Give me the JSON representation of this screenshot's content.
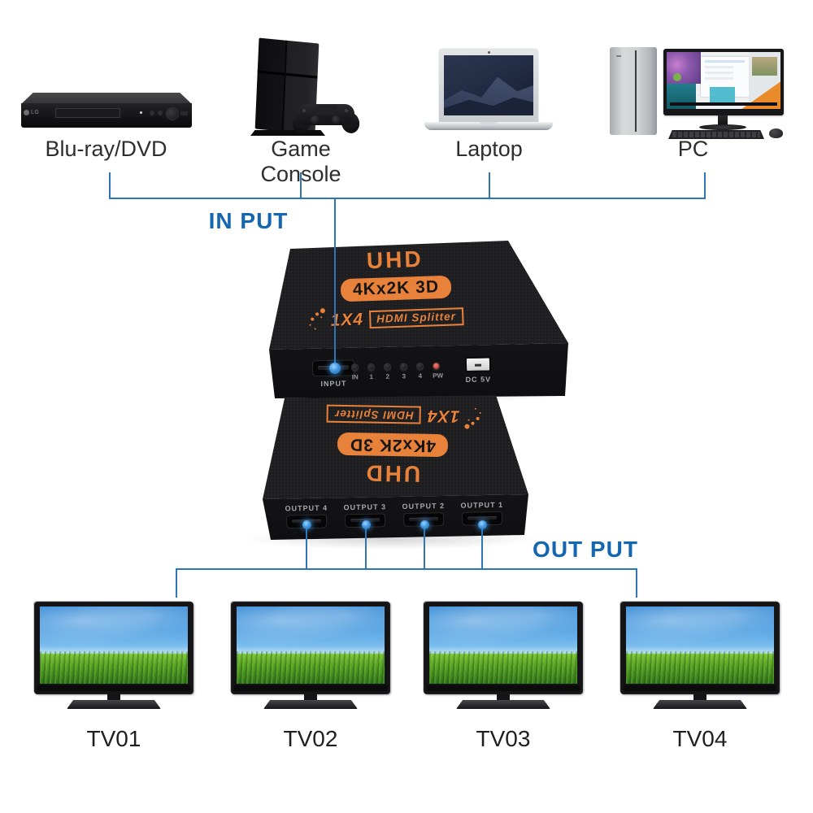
{
  "colors": {
    "line_blue": "#2e75b6",
    "label_blue": "#1566b0",
    "orange": "#e8813a"
  },
  "sources": [
    {
      "label": "Blu-ray/DVD",
      "brand": "LG"
    },
    {
      "label": "Game Console"
    },
    {
      "label": "Laptop"
    },
    {
      "label": "PC"
    }
  ],
  "input_section": {
    "label": "IN PUT"
  },
  "output_section": {
    "label": "OUT PUT"
  },
  "splitter": {
    "uhd": "UHD",
    "resolution": "4Kx2K 3D",
    "model_prefix": "1X4",
    "model_suffix": "HDMI Splitter",
    "front_in": {
      "input_port": "INPUT",
      "leds": [
        "IN",
        "1",
        "2",
        "3",
        "4",
        "PW"
      ],
      "power": "DC 5V"
    },
    "front_out": {
      "ports": [
        "OUTPUT 4",
        "OUTPUT 3",
        "OUTPUT 2",
        "OUTPUT 1"
      ]
    }
  },
  "tvs": [
    {
      "label": "TV01"
    },
    {
      "label": "TV02"
    },
    {
      "label": "TV03"
    },
    {
      "label": "TV04"
    }
  ]
}
